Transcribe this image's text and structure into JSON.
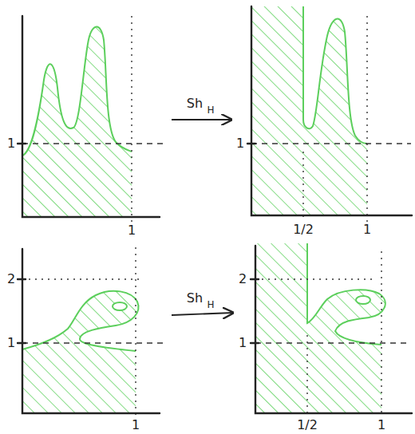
{
  "diagram": {
    "labels": [
      "1",
      "1",
      "Sh",
      "H",
      "1",
      "1/2",
      "1",
      "2",
      "1",
      "1",
      "Sh",
      "H",
      "2",
      "1",
      "1/2",
      "1"
    ]
  }
}
